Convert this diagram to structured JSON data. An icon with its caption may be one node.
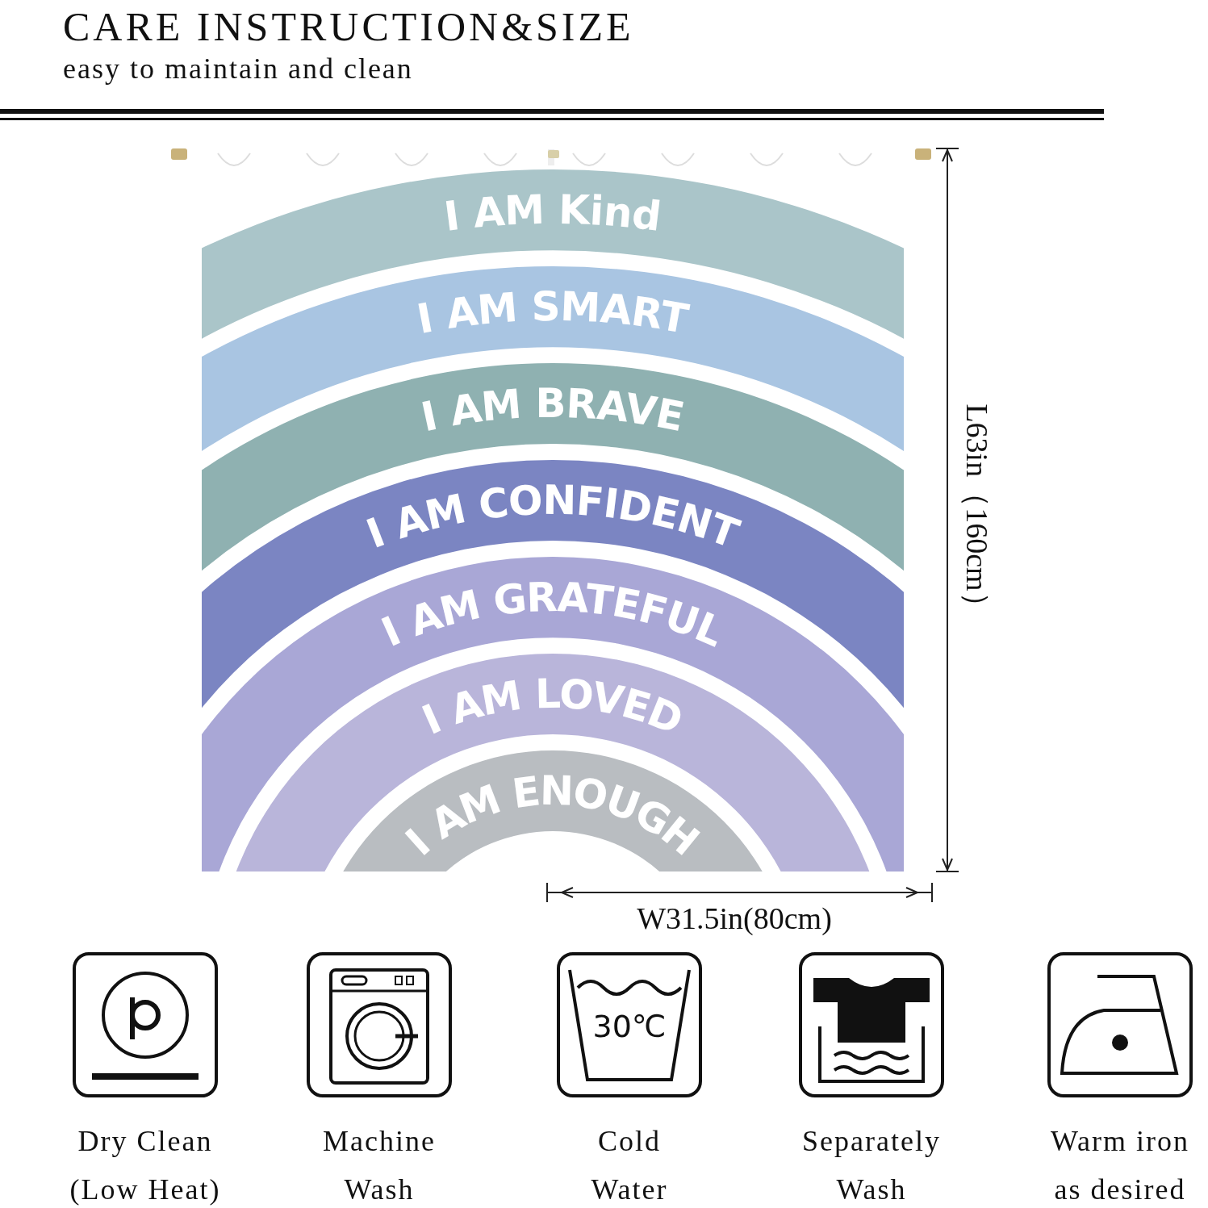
{
  "diagram": {
    "title": "CARE INSTRUCTION&SIZE",
    "labels": [
      "easy to maintain and clean",
      "I AM Kind",
      "I AM SMART",
      "I AM BRAVE",
      "I AM CONFIDENT",
      "I AM GRATEFUL",
      "I AM LOVED",
      "I AM ENOUGH",
      "L63in（160cm）",
      "W31.5in(80cm)",
      "30℃",
      "Dry Clean (Low Heat)",
      "Machine Wash",
      "Cold Water",
      "Separately Wash",
      "Warm iron as desired"
    ]
  }
}
